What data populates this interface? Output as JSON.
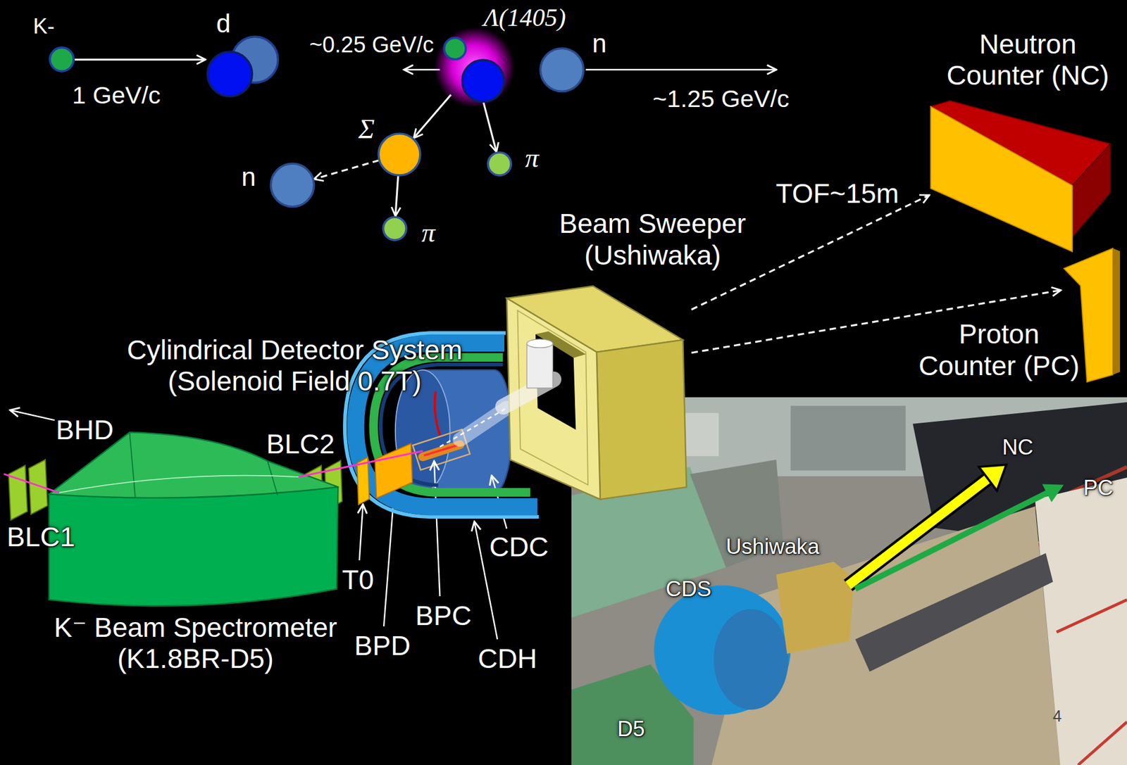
{
  "diagram": {
    "nodes": [
      {
        "text": [
          "K-"
        ]
      },
      {
        "text": [
          "d"
        ]
      },
      {
        "text": [
          "Λ(1405)"
        ]
      },
      {
        "text": [
          "n"
        ]
      },
      {
        "text": [
          "Σ"
        ]
      },
      {
        "text": [
          "π"
        ]
      },
      {
        "text": [
          "n"
        ]
      },
      {
        "text": [
          "π"
        ]
      },
      {
        "text": [
          "Neutron Counter (NC)"
        ]
      },
      {
        "text": [
          "Beam Sweeper (Ushiwaka)"
        ]
      },
      {
        "text": [
          "Proton Counter (PC)"
        ]
      },
      {
        "text": [
          "Cylindrical Detector System (Solenoid Field 0.7T)"
        ]
      },
      {
        "text": [
          "K⁻ Beam Spectrometer (K1.8BR-D5)"
        ]
      }
    ],
    "edges": [
      {
        "from": 0,
        "to": 1,
        "arrow": "to",
        "label": "1 GeV/c"
      },
      {
        "from": 2,
        "to": 4,
        "arrow": "to"
      },
      {
        "from": 2,
        "to": 5,
        "arrow": "to"
      },
      {
        "from": 4,
        "to": 6,
        "arrow": "to"
      },
      {
        "from": 4,
        "to": 7,
        "arrow": "to"
      },
      {
        "from": 9,
        "to": 8,
        "arrow": "to"
      },
      {
        "from": 9,
        "to": 10,
        "arrow": "to"
      }
    ],
    "labels": [
      "~0.25 GeV/c",
      "~1.25 GeV/c",
      "TOF~15m",
      "BHD",
      "BLC2",
      "BLC1",
      "T0",
      "BPD",
      "BPC",
      "CDC",
      "CDH",
      "NC",
      "PC",
      "Ushiwaka",
      "CDS",
      "D5",
      "4"
    ]
  }
}
